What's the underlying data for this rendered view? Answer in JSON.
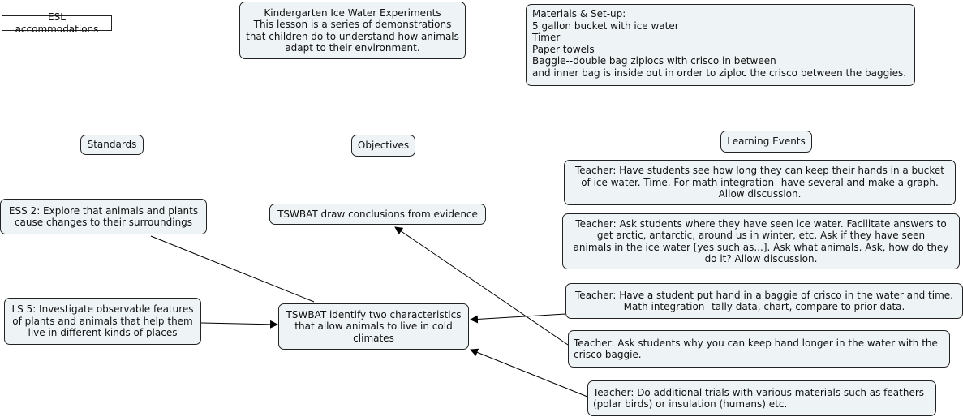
{
  "nodes": {
    "esl": "ESL accommodations",
    "title": "Kindergarten Ice Water Experiments\nThis lesson is a series of demonstrations\nthat children do to understand how animals\nadapt to their environment.",
    "materials": "Materials & Set-up:\n5 gallon bucket with ice water\nTimer\nPaper towels\nBaggie--double bag ziplocs with crisco in between\nand inner bag is inside out in order to ziploc the crisco between the baggies.",
    "standards": "Standards",
    "objectives": "Objectives",
    "learning_events": "Learning Events",
    "ess2": "ESS 2: Explore that animals and plants\ncause changes to their surroundings",
    "ls5": "LS 5: Investigate observable features\nof plants and animals that help them\nlive in different kinds of places",
    "obj_conclusions": "TSWBAT draw conclusions from evidence",
    "obj_characteristics": "TSWBAT identify two characteristics\nthat allow animals to live in cold\nclimates",
    "event1": "Teacher: Have students see how long they can keep their hands in a bucket\nof ice water. Time. For math integration--have several and make a graph.\nAllow discussion.",
    "event2": "Teacher: Ask students where they have seen ice water. Facilitate answers to\nget arctic, antarctic, around us in winter, etc. Ask if they have seen\nanimals in the ice water [yes such as...]. Ask what animals. Ask, how do they\ndo it? Allow discussion.",
    "event3": "Teacher: Have a student put hand in a baggie of crisco in the water and time.\nMath integration--tally data, chart, compare to prior data.",
    "event4": "Teacher: Ask students why you can keep hand longer in the water with the\ncrisco baggie.",
    "event5": "Teacher: Do additional trials with various materials such as feathers\n(polar birds) or insulation (humans) etc."
  },
  "colors": {
    "node_fill": "#eef4f6",
    "border": "#222222"
  }
}
